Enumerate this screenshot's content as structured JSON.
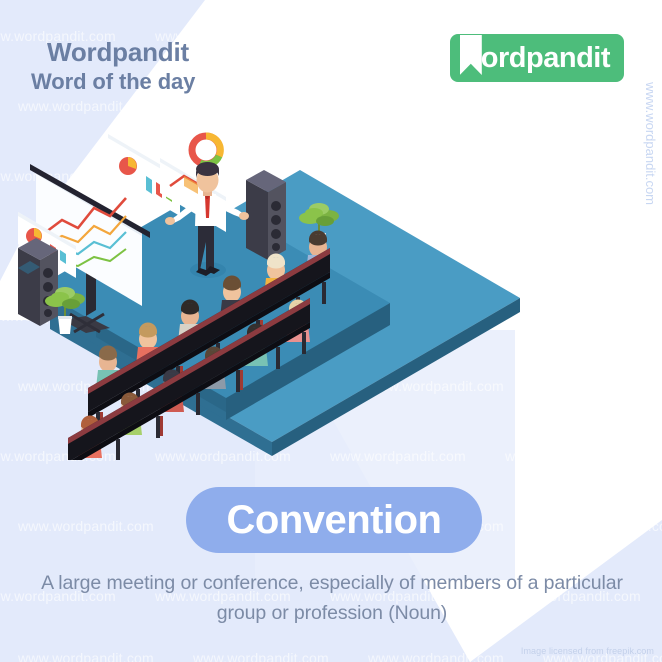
{
  "header": {
    "title": "Wordpandit",
    "subtitle": "Word of the day"
  },
  "logo": {
    "text": "ordpandit",
    "icon": "bookmark-w-icon",
    "background_color": "#4dbd7b",
    "text_color": "#ffffff"
  },
  "word": {
    "term": "Convention",
    "definition": "A large meeting or conference, especially of members of a particular group or profession (Noun)",
    "part_of_speech": "Noun",
    "pill_color": "#8fadec",
    "pill_text_color": "#ffffff",
    "definition_color": "#7c8ba6"
  },
  "watermark": {
    "text": "www.wordpandit.com",
    "vertical_text": "www.wordpandit.com"
  },
  "credit": {
    "text": "Image licensed from freepik.com"
  },
  "illustration": {
    "name": "isometric-conference-hall",
    "description": "Isometric conference hall with a speaker on a blue stage presenting charts on a projection screen to a seated audience",
    "colors": {
      "stage_top": "#3b8cb5",
      "stage_front": "#2f6f92",
      "stage_side": "#27607f",
      "floor": "#4a9cc4",
      "seat": "#1b1b22",
      "seat_trim": "#7d2f36",
      "speaker_tower": "#4a4a55",
      "plant": "#8bc34a",
      "screen": "#fbfdff",
      "tie": "#d6372f",
      "shirt": "#ffffff",
      "trousers": "#2c2c38"
    },
    "audience_colors": [
      "#e8705f",
      "#f2b340",
      "#78c2b4",
      "#e9918f",
      "#9fb4d8",
      "#a7d06a",
      "#3a3a46",
      "#d8d2c6",
      "#cf5b52",
      "#7fbfd6"
    ]
  },
  "background": {
    "base_color": "#e3eafb",
    "wedge_color": "#ffffff"
  }
}
